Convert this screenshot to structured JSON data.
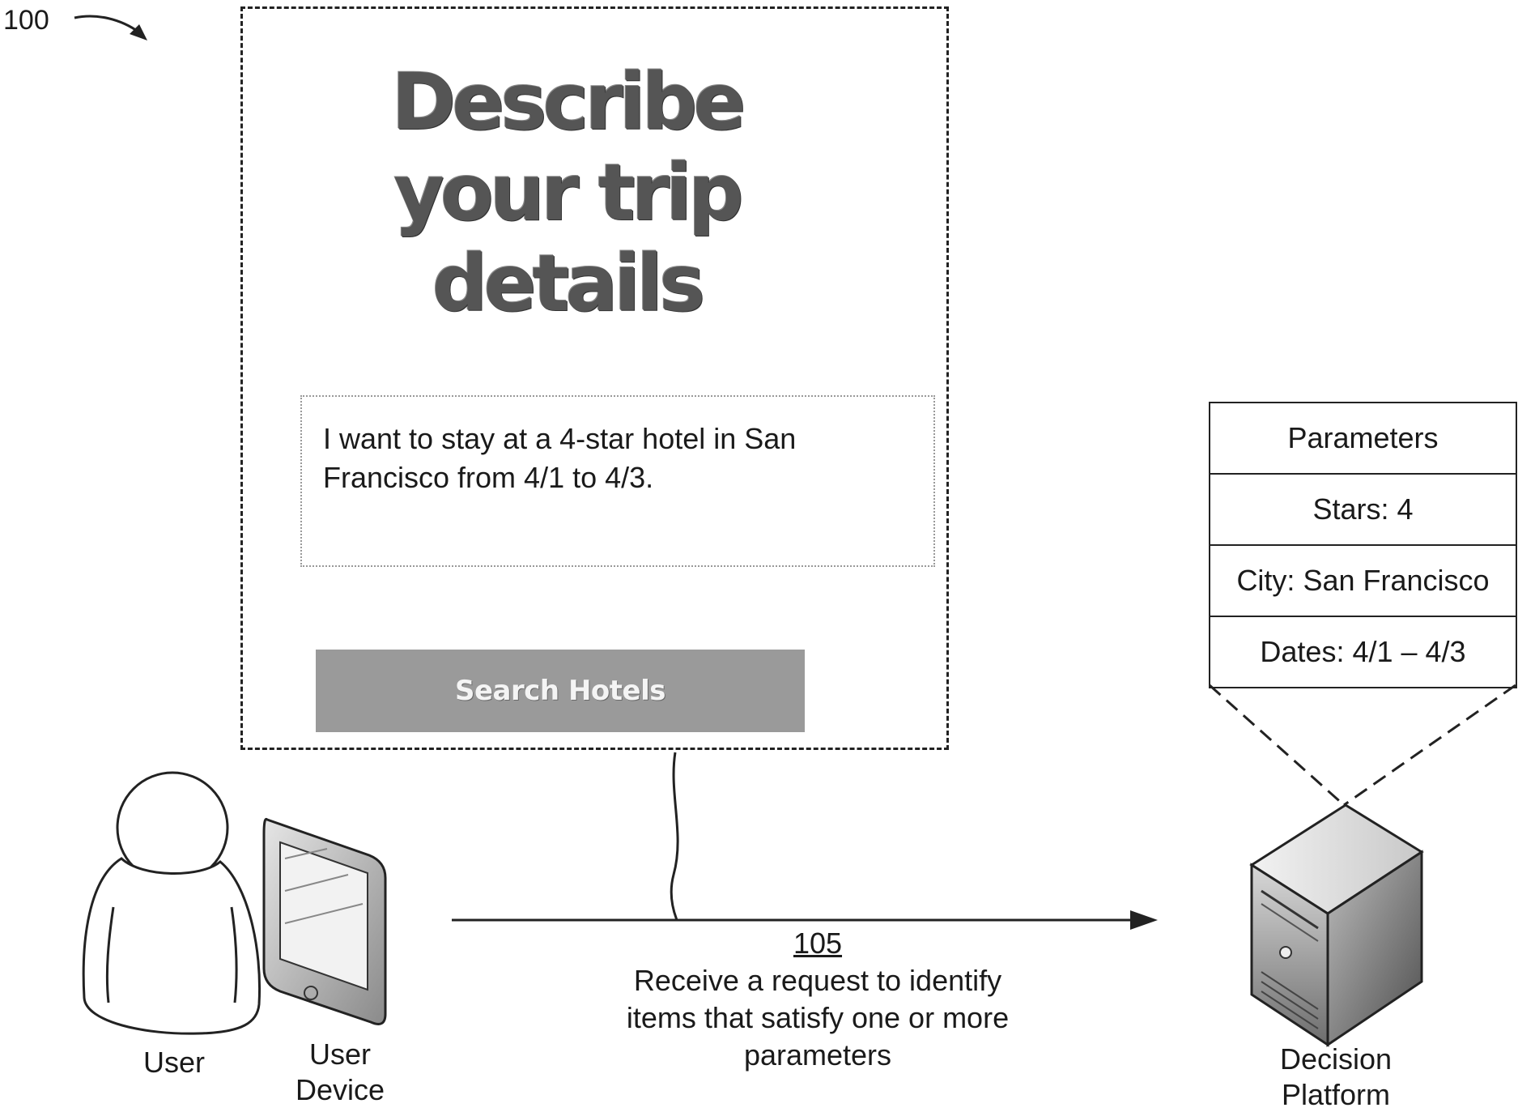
{
  "figure": {
    "reference": "100"
  },
  "screen": {
    "title_lines": [
      "Describe",
      "your trip",
      "details"
    ],
    "input_text": "I want to stay at a 4-star hotel in San Francisco from 4/1 to 4/3.",
    "button_label": "Search Hotels"
  },
  "parameters": {
    "header": "Parameters",
    "rows": [
      "Stars: 4",
      "City: San Francisco",
      "Dates: 4/1 – 4/3"
    ]
  },
  "actors": {
    "user_label": "User",
    "device_label_lines": [
      "User",
      "Device"
    ],
    "platform_label_lines": [
      "Decision",
      "Platform"
    ]
  },
  "step": {
    "number": "105",
    "description_lines": [
      "Receive a request to identify",
      "items that satisfy one or more",
      "parameters"
    ]
  }
}
